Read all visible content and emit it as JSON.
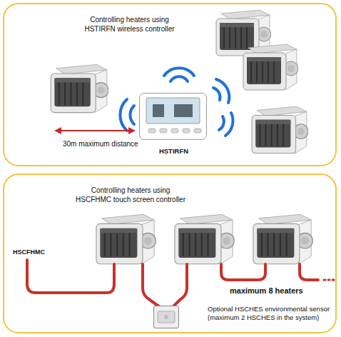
{
  "diagram": {
    "nodes": [
      {
        "text": [
          "Controlling heaters using HSTIRFN wireless controller"
        ]
      },
      {
        "text": [
          "HSTIRFN"
        ],
        "in": 0
      },
      {
        "text": [
          "Controlling heaters using HSCFHMC touch screen controller"
        ]
      },
      {
        "text": [
          "Optional HSCHES environmental sensor (maximum 2 HSCHES in the system)"
        ],
        "in": 2
      }
    ],
    "labels": [
      "30m maximum distance",
      "HSCFHMC",
      "maximum 8 heaters"
    ]
  }
}
